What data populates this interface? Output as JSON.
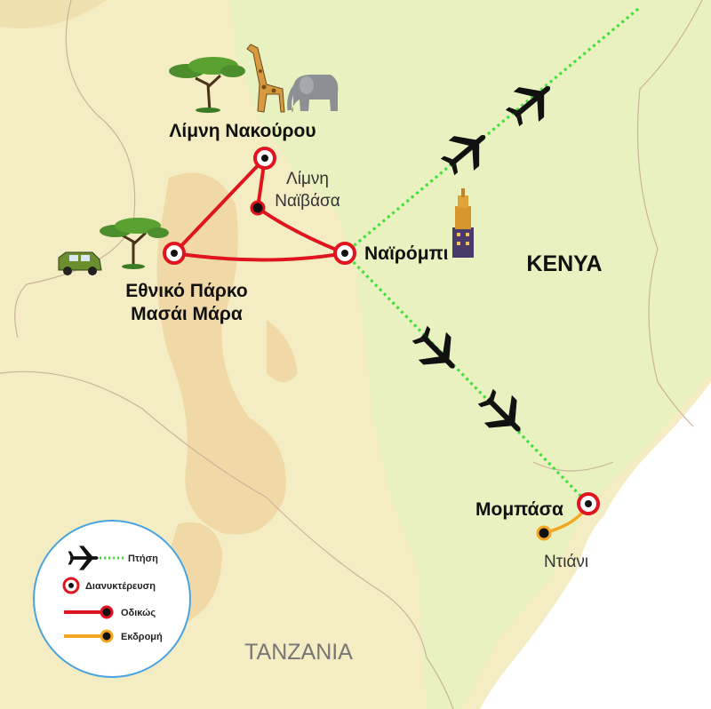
{
  "countries": {
    "kenya": "KENYA",
    "tanzania": "TANZANIA"
  },
  "places": {
    "nakuru": "Λίμνη Νακούρου",
    "naivasha_line1": "Λίμνη",
    "naivasha_line2": "Ναϊβάσα",
    "nairobi": "Ναϊρόμπι",
    "masai_line1": "Εθνικό Πάρκο",
    "masai_line2": "Μασάι Μάρα",
    "mombasa": "Μομπάσα",
    "diani": "Ντιάνι"
  },
  "legend": {
    "flight": "Πτήση",
    "stopover": "Διανυκτέρευση",
    "road": "Οδικώς",
    "excursion": "Εκδρομή"
  },
  "colors": {
    "road": "#e0141e",
    "flight": "#3fe03a",
    "excursion": "#f5a623",
    "legend_border": "#4aa3df",
    "land": "#f3ecc0",
    "sea": "#ffffff"
  },
  "icons": [
    "acacia-tree-icon",
    "giraffe-icon",
    "elephant-icon",
    "safari-jeep-icon",
    "skyscraper-icon",
    "airplane-icon"
  ]
}
